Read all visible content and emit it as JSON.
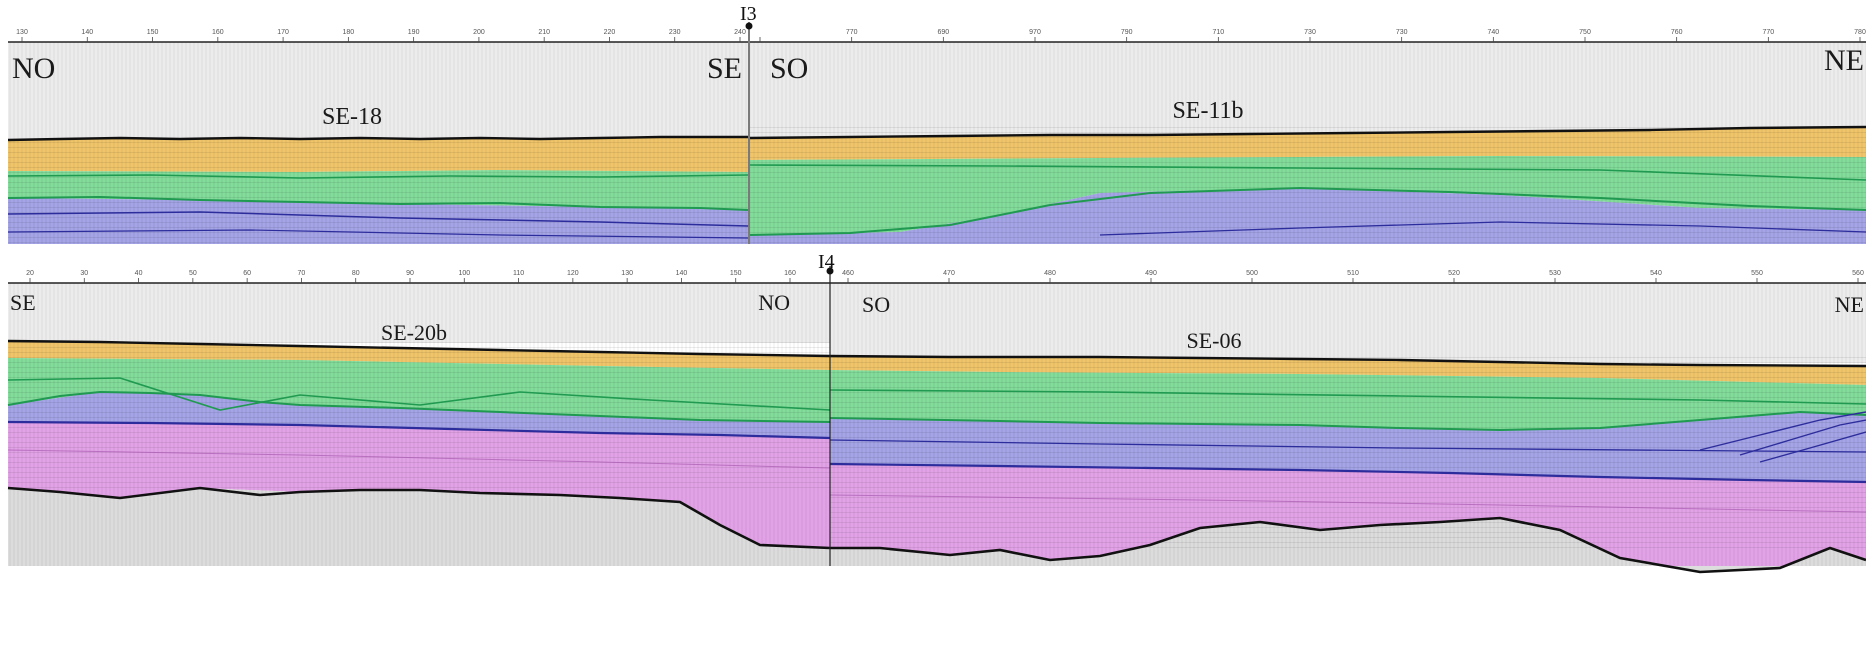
{
  "colors": {
    "water": "#ececec",
    "orange_unit": "#f0c56a",
    "green_unit": "#82dc9a",
    "blue_unit": "#a4a4e6",
    "pink_unit": "#e2a2e6",
    "basement": "#dcdcdc",
    "seafloor_line": "#111111",
    "green_horizon": "#1f9a50",
    "blue_horizon": "#2c2c9c"
  },
  "profiles": [
    {
      "name": "SE-18",
      "left_direction": "NO",
      "right_direction": "SE",
      "tick_labels": [
        "130",
        "140",
        "150",
        "160",
        "170",
        "180",
        "190",
        "200",
        "210",
        "220",
        "230",
        "240"
      ]
    },
    {
      "name": "SE-11b",
      "left_direction": "SO",
      "right_direction": "NE",
      "tick_labels": [
        "",
        "770",
        "690",
        "970",
        "790",
        "710",
        "730",
        "730",
        "740",
        "750",
        "760",
        "770",
        "780"
      ]
    },
    {
      "name": "SE-20b",
      "left_direction": "SE",
      "right_direction": "NO",
      "tick_labels": [
        "20",
        "30",
        "40",
        "50",
        "60",
        "70",
        "80",
        "90",
        "100",
        "110",
        "120",
        "130",
        "140",
        "150",
        "160"
      ]
    },
    {
      "name": "SE-06",
      "left_direction": "SO",
      "right_direction": "NE",
      "tick_labels": [
        "460",
        "470",
        "480",
        "490",
        "500",
        "510",
        "520",
        "530",
        "540",
        "550",
        "560"
      ]
    }
  ],
  "junctions": [
    "I3",
    "I4"
  ]
}
